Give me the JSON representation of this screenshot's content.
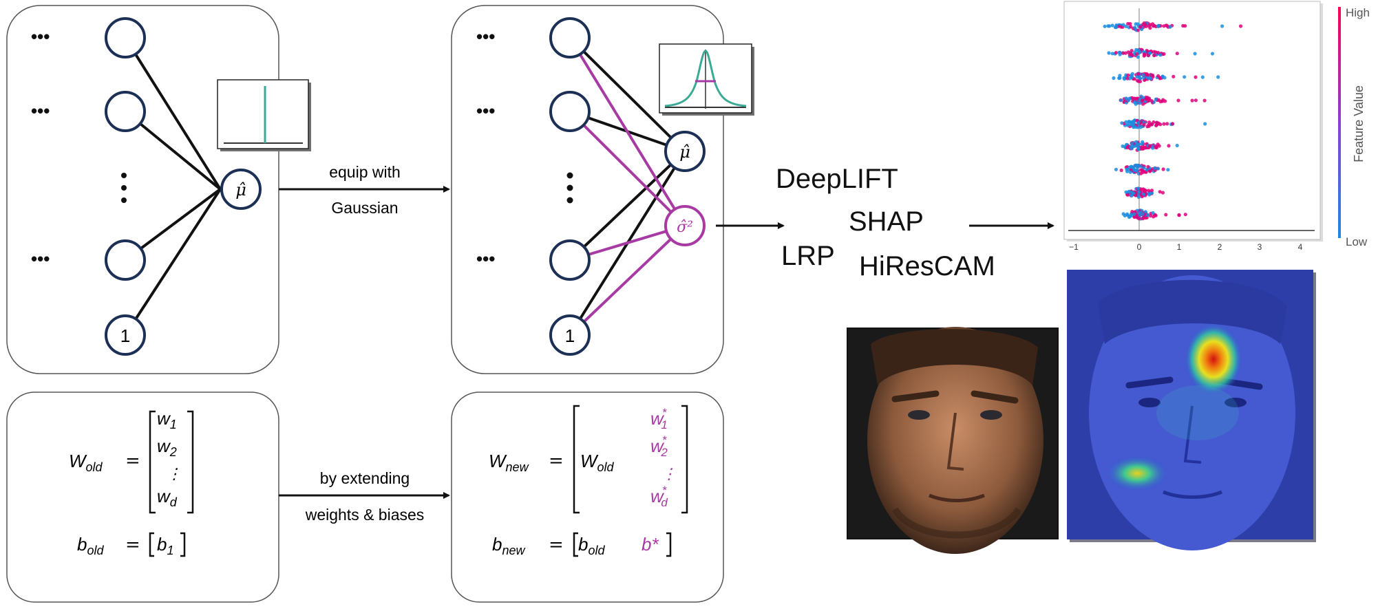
{
  "colors": {
    "node_stroke": "#1c2f55",
    "magenta": "#a83aa3",
    "teal": "#3aaa95",
    "pink": "#e0007a",
    "blue": "#1a8de0",
    "panel_border": "#444444"
  },
  "left_network": {
    "output_node": "μ̂",
    "bias_node": "1",
    "ellipsis": "•••"
  },
  "right_network": {
    "mean_node": "μ̂",
    "variance_node": "σ̂²",
    "bias_node": "1",
    "ellipsis": "•••"
  },
  "arrow_top": {
    "line1": "equip with",
    "line2": "Gaussian"
  },
  "arrow_bottom": {
    "line1": "by extending",
    "line2": "weights & biases"
  },
  "methods": {
    "m1": "DeepLIFT",
    "m2": "SHAP",
    "m3": "LRP",
    "m4": "HiResCAM"
  },
  "old_params": {
    "W": "W",
    "W_sub": "old",
    "eq": "=",
    "w": "w",
    "w1_sub": "1",
    "w2_sub": "2",
    "vdots": "⋮",
    "wd_sub": "d",
    "b": "b",
    "b_sub": "old",
    "b1": "b",
    "b1_sub": "1"
  },
  "new_params": {
    "W": "W",
    "W_sub": "new",
    "eq": "=",
    "W_old": "W",
    "W_old_sub": "old",
    "w": "w",
    "w1_sub": "1",
    "w2_sub": "2",
    "vdots": "⋮",
    "wd_sub": "d",
    "star": "*",
    "b": "b",
    "b_sub": "new",
    "b_old": "b",
    "b_old_sub": "old",
    "b_star": "b*"
  },
  "shap_plot": {
    "x_ticks": [
      "−1",
      "0",
      "1",
      "2",
      "3",
      "4"
    ],
    "colorbar_high": "High",
    "colorbar_low": "Low",
    "colorbar_label": "Feature Value"
  }
}
